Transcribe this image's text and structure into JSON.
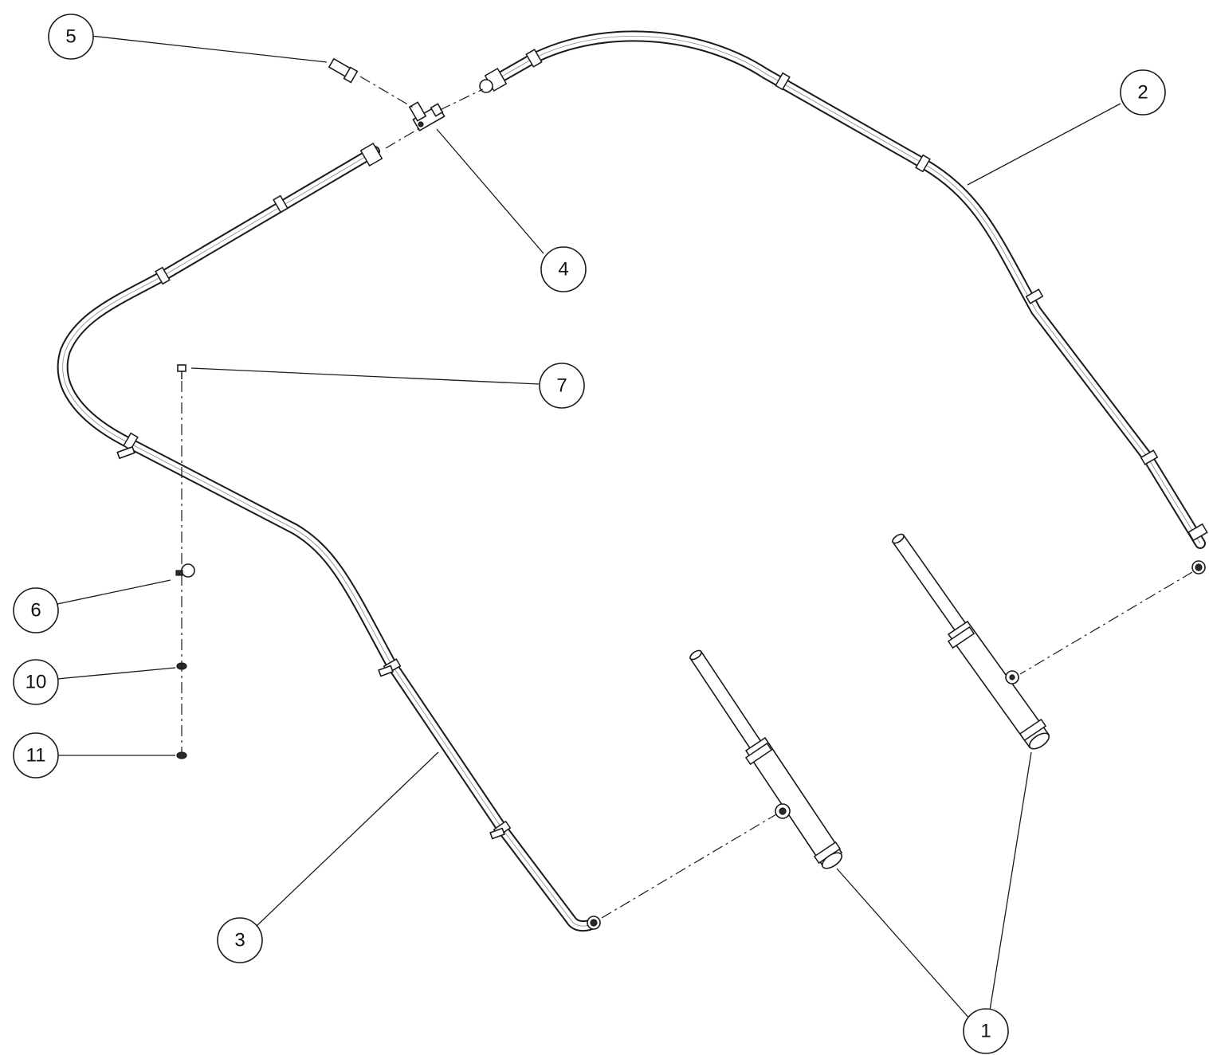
{
  "callouts": [
    {
      "id": "callout-1",
      "label": "1"
    },
    {
      "id": "callout-2",
      "label": "2"
    },
    {
      "id": "callout-3",
      "label": "3"
    },
    {
      "id": "callout-4",
      "label": "4"
    },
    {
      "id": "callout-5",
      "label": "5"
    },
    {
      "id": "callout-6",
      "label": "6"
    },
    {
      "id": "callout-7",
      "label": "7"
    },
    {
      "id": "callout-10",
      "label": "10"
    },
    {
      "id": "callout-11",
      "label": "11"
    }
  ],
  "colors": {
    "line": "#1a1a1a",
    "background": "#ffffff"
  }
}
